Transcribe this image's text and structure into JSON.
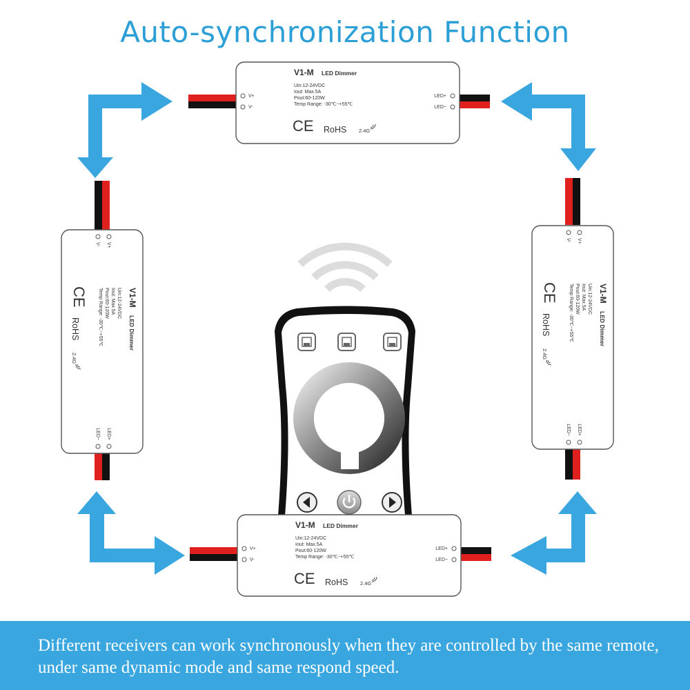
{
  "title": "Auto-synchronization Function",
  "caption": {
    "line1": "Different receivers can work synchronously when they are controlled by the same remote,",
    "line2": "under same dynamic mode and same respond speed."
  },
  "receiver": {
    "model": "V1-M",
    "name": "LED Dimmer",
    "spec_uin": "Uin:12-24VDC",
    "spec_iout": "Iout: Max.5A",
    "spec_pout": "Pout:60-120W",
    "spec_temp": "Temp Range: -30℃~+55℃",
    "spec_iout_side": "Iout: Max.5A",
    "spec_pout_side": "Pout:60-120W",
    "spec_temp_side": "Temp Range: -30℃~+55℃",
    "ce": "CE",
    "rohs": "RoHS",
    "rf": "2.4G",
    "terminal_vplus": "V+",
    "terminal_vminus": "V-",
    "terminal_ledplus": "LED+",
    "terminal_ledminus": "LED−"
  },
  "colors": {
    "accent_blue": "#2b9fd6",
    "arrow_blue": "#3aa6df",
    "wire_red": "#e0201f",
    "wire_black": "#111111"
  },
  "icons": [
    "wifi-signal-icon",
    "save-icon",
    "left-arrow-icon",
    "power-icon",
    "right-arrow-icon"
  ]
}
